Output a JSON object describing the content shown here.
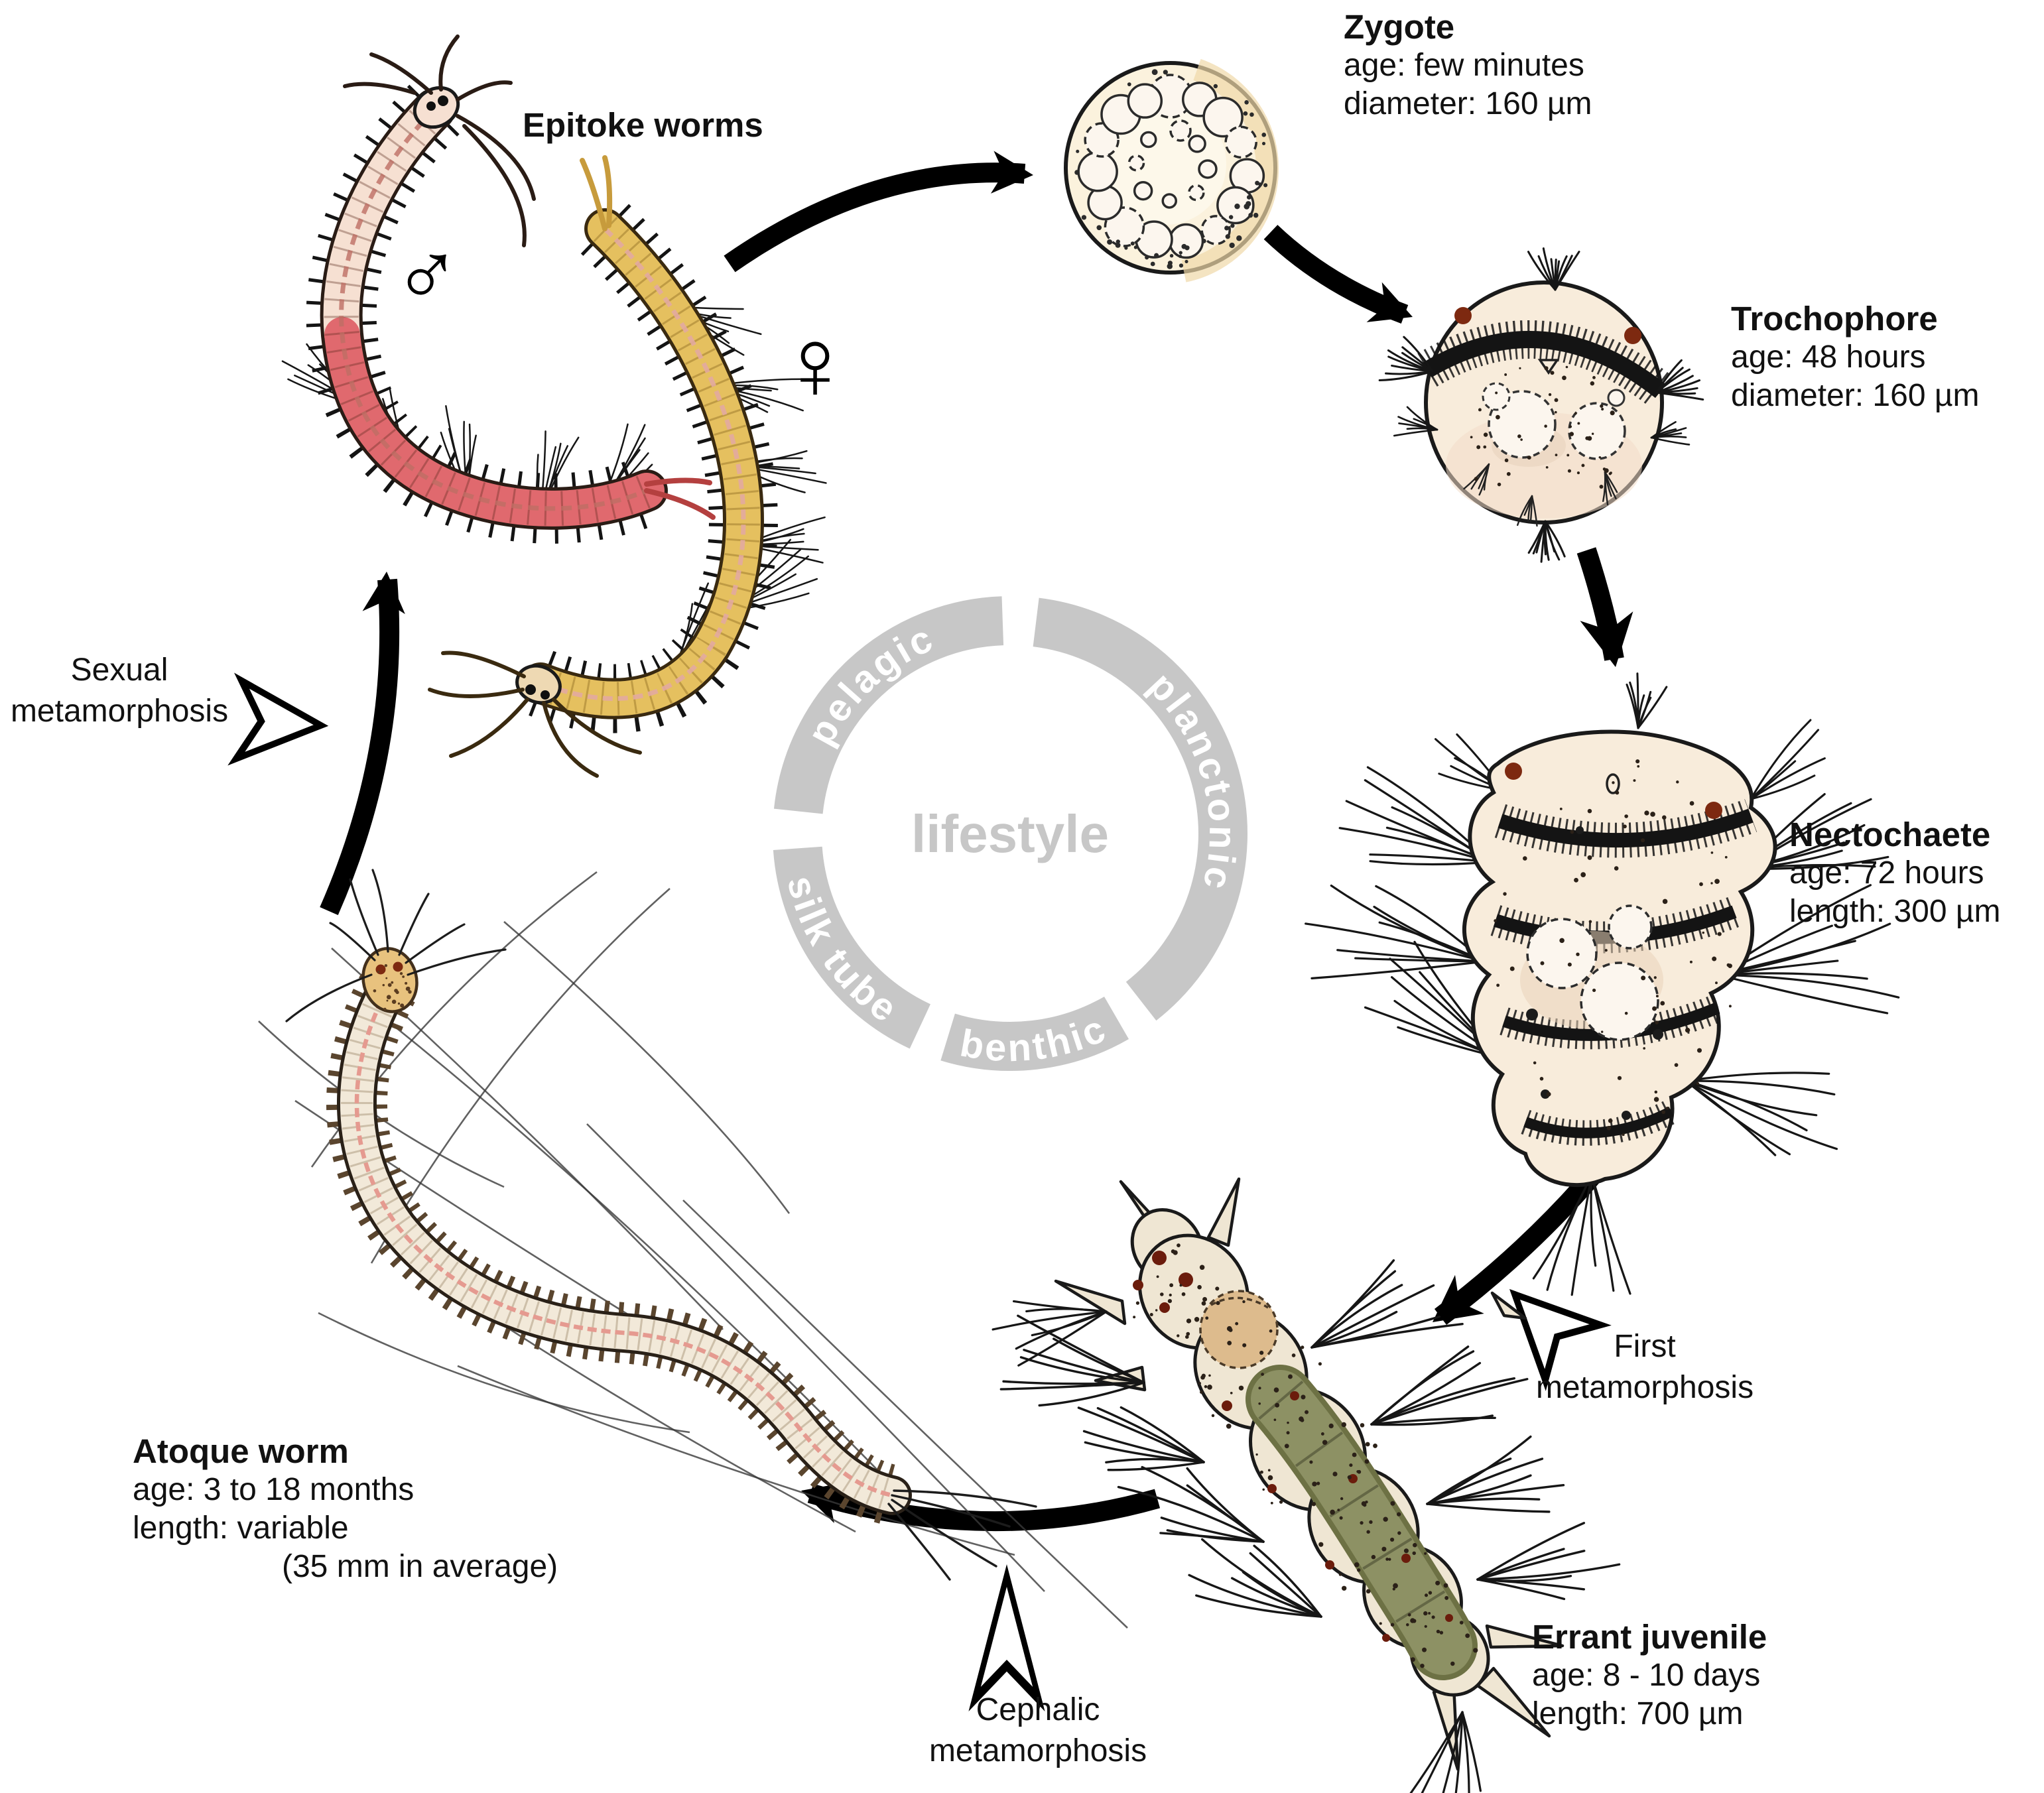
{
  "stages": [
    {
      "id": "epitoke",
      "name": "Epitoke worms",
      "details": []
    },
    {
      "id": "zygote",
      "name": "Zygote",
      "details": [
        "age: few minutes",
        "diameter: 160 µm"
      ]
    },
    {
      "id": "trochophore",
      "name": "Trochophore",
      "details": [
        "age: 48 hours",
        "diameter: 160 µm"
      ]
    },
    {
      "id": "nectochaete",
      "name": "Nectochaete",
      "details": [
        "age: 72 hours",
        "length: 300 µm"
      ]
    },
    {
      "id": "errant_juvenile",
      "name": "Errant juvenile",
      "details": [
        "age: 8 - 10 days",
        "length: 700 µm"
      ]
    },
    {
      "id": "atoque_worm",
      "name": "Atoque worm",
      "details": [
        "age: 3 to 18 months",
        "length: variable",
        "(35 mm in average)"
      ]
    }
  ],
  "transitions": {
    "sexual": {
      "line1": "Sexual",
      "line2": "metamorphosis"
    },
    "first": {
      "line1": "First",
      "line2": "metamorphosis"
    },
    "cephalic": {
      "line1": "Cephalic",
      "line2": "metamorphosis"
    }
  },
  "lifestyle": {
    "center": "lifestyle",
    "segments": [
      "pelagic",
      "planctonic",
      "benthic",
      "silk tube"
    ]
  },
  "symbols": {
    "male": "♂",
    "female": "♀"
  },
  "colors": {
    "ink": "#1a1a1a",
    "ring_gray": "#c7c7c7",
    "male_worm_red": "#e0696e",
    "male_worm_pale": "#f6e0d2",
    "female_worm_yellow": "#e5c05f",
    "larva_body": "#f8ecdb",
    "larva_shade": "#ead3ba",
    "gut_olive": "#8d9164",
    "gut_olive_dark": "#6d7144",
    "proboscis_tan": "#ddbb8d",
    "eyespot": "#7d2910",
    "atoque_body": "#f2e9d9",
    "atoque_bristle": "#5a452e",
    "zygote_fill": "#fbf2dd",
    "vesicle_fill": "#fcf6ee"
  }
}
